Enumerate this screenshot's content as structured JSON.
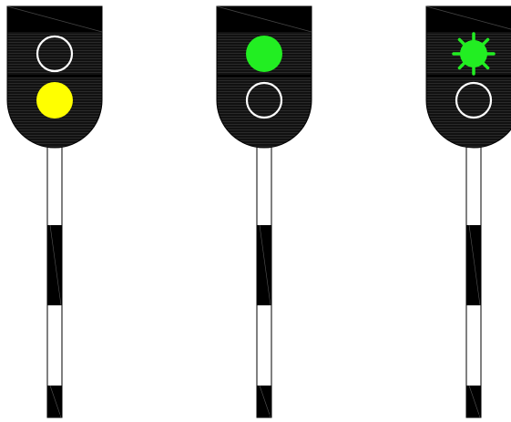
{
  "signals": [
    {
      "id": "signal-1",
      "lamps": [
        {
          "position": "upper",
          "state": "off",
          "color": "#ffffff"
        },
        {
          "position": "lower",
          "state": "on",
          "color": "#ffff00"
        }
      ]
    },
    {
      "id": "signal-2",
      "lamps": [
        {
          "position": "upper",
          "state": "on",
          "color": "#22ee22"
        },
        {
          "position": "lower",
          "state": "off",
          "color": "#ffffff"
        }
      ]
    },
    {
      "id": "signal-3",
      "lamps": [
        {
          "position": "upper",
          "state": "flashing",
          "color": "#22ee22"
        },
        {
          "position": "lower",
          "state": "off",
          "color": "#ffffff"
        }
      ]
    }
  ],
  "colors": {
    "housing": "#111111",
    "housing_stripe": "#3a3a3a",
    "mast_white": "#ffffff",
    "mast_black": "#000000",
    "background": "#ffffff"
  }
}
